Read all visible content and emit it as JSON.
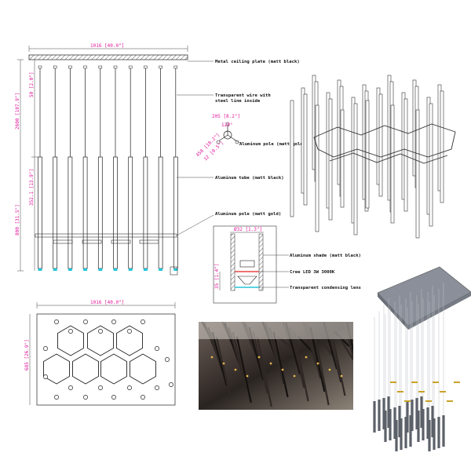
{
  "sheet": {
    "elevation": {
      "width_dim": "1016 [40.0\"]",
      "height_total": "2600 [107.9\"]",
      "top_gap": "50 [2.0\"]",
      "tube_length": "352.1 [13.9\"]",
      "lower_dim": "800 [31.5\"]"
    },
    "labels": {
      "ceiling": "Metal ceiling plate (matt black)",
      "wire_1": "Transparent wire with",
      "wire_2": "steel line inside",
      "pole_top": "Aluminum pole (matt gold)",
      "tube": "Aluminum tube (matt black)",
      "pole_mid": "Aluminum pole (matt gold)",
      "shade": "Aluminum shade (matt black)",
      "led": "Cree LED 3W 3000K",
      "lens": "Transparent condensing lens"
    },
    "joint": {
      "dim_top": "205 [8.2\"]",
      "angle": "120°",
      "dim_left": "458 [18.2\"]",
      "dim_right": "12 [0.5\"]"
    },
    "detail": {
      "diameter": "Ø32 [1.3\"]",
      "height": "35 [1.4\"]"
    },
    "plan": {
      "width_dim": "1016 [40.0\"]",
      "depth_dim": "685 [26.9\"]"
    },
    "colors": {
      "dimension": "#e0199a",
      "line": "#222222",
      "gold": "#c9a227",
      "cyan": "#23c4d8"
    }
  }
}
